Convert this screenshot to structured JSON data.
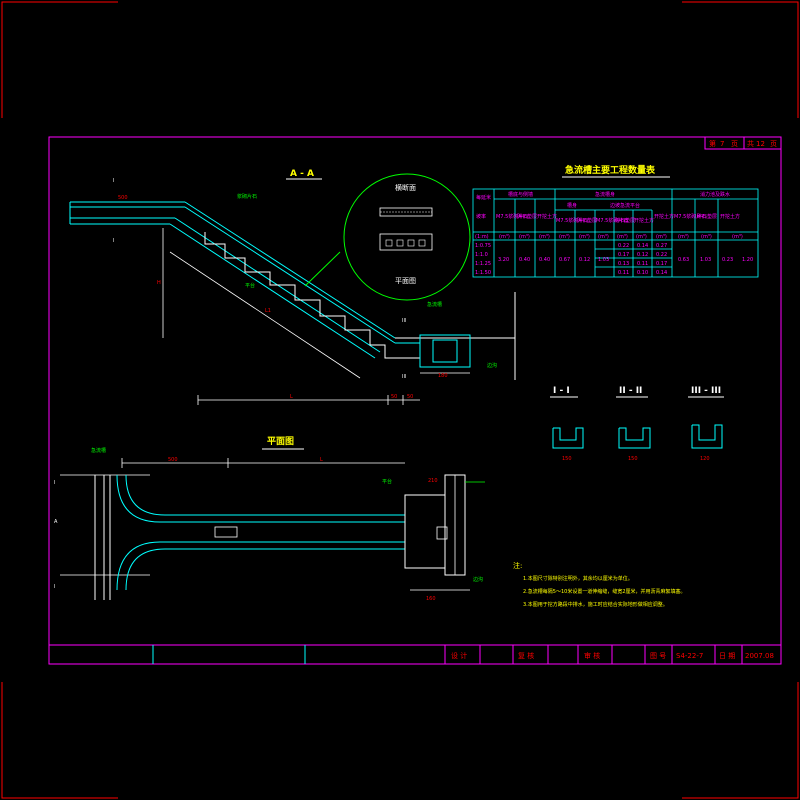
{
  "colors": {
    "frame": "#ff0000",
    "border": "#ff00ff",
    "line": "#ffffff",
    "concrete": "#00ffff",
    "dim": "#ff0000",
    "text": "#ffff00",
    "label": "#00ff00"
  },
  "views": {
    "section_aa": "A - A",
    "plan": "平面图",
    "detail_cross": "横断面",
    "detail_plan": "平面图",
    "sec1": "I - I",
    "sec2": "II - II",
    "sec3": "III - III"
  },
  "labels": {
    "l": "L",
    "l1": "L1",
    "h": "H",
    "d500": "500",
    "d180": "180",
    "d160": "160",
    "d50a": "50",
    "d50b": "50",
    "d210": "210",
    "d120": "120",
    "d150": "150",
    "roman1": "I",
    "roman2": "II",
    "roman3": "III",
    "letter_a": "A",
    "drain_ditch": "急流槽",
    "side_ditch": "边沟",
    "slope_berm": "平台",
    "mortar": "浆砌片石"
  },
  "table": {
    "title": "急流槽主要工程数量表",
    "corner": "每延米",
    "group1": "槽底与侧墙",
    "group2": "急流槽身",
    "group3": "消力池及跌水",
    "sub_a": "槽身",
    "sub_b": "边坡急流平台",
    "col_slope": "坡率",
    "c1": "M7.5浆砌片石",
    "c2": "碎石垫层",
    "c3": "开挖土方",
    "c4": "M7.5浆砌片石",
    "c5": "碎石垫层",
    "c6": "M7.5浆砌片石",
    "c7": "碎石垫层",
    "c8": "开挖土方",
    "c9": "开挖土方",
    "c10": "M7.5浆砌片石",
    "c11": "碎石垫层",
    "c12": "开挖土方",
    "unit_slope": "(1:m)",
    "unit": "(m³)",
    "slopes": [
      "1:0.75",
      "1:1.0",
      "1:1.25",
      "1:1.50"
    ],
    "merged_vals": [
      "3.20",
      "0.40",
      "0.40",
      "0.67",
      "0.12",
      "1.03"
    ],
    "var_rows": [
      [
        "0.22",
        "0.14",
        "0.27"
      ],
      [
        "0.17",
        "0.12",
        "0.22"
      ],
      [
        "0.13",
        "0.11",
        "0.17"
      ],
      [
        "0.11",
        "0.10",
        "0.14"
      ]
    ],
    "tail_vals": [
      "0.63",
      "1.03",
      "0.23",
      "1.20"
    ]
  },
  "notes": {
    "head": "注:",
    "n1": "1.本图尺寸除特别注明外，其余均以厘米为单位。",
    "n2": "2.急流槽每隔5～10米设置一道伸缩缝，缝宽2厘米，并用沥青麻絮填塞。",
    "n3": "3.本图用于挖方路段中排水，施工时应结合实际地形做相应调整。"
  },
  "title_block": {
    "design": "设 计",
    "review": "复 核",
    "approve": "审 核",
    "drawing_no_label": "图 号",
    "drawing_no": "S4-22-7",
    "date_label": "日 期",
    "date": "2007.08",
    "page_label": "第",
    "page": "7",
    "page_unit": "页",
    "total_label": "共",
    "total": "12",
    "total_unit": "页"
  }
}
